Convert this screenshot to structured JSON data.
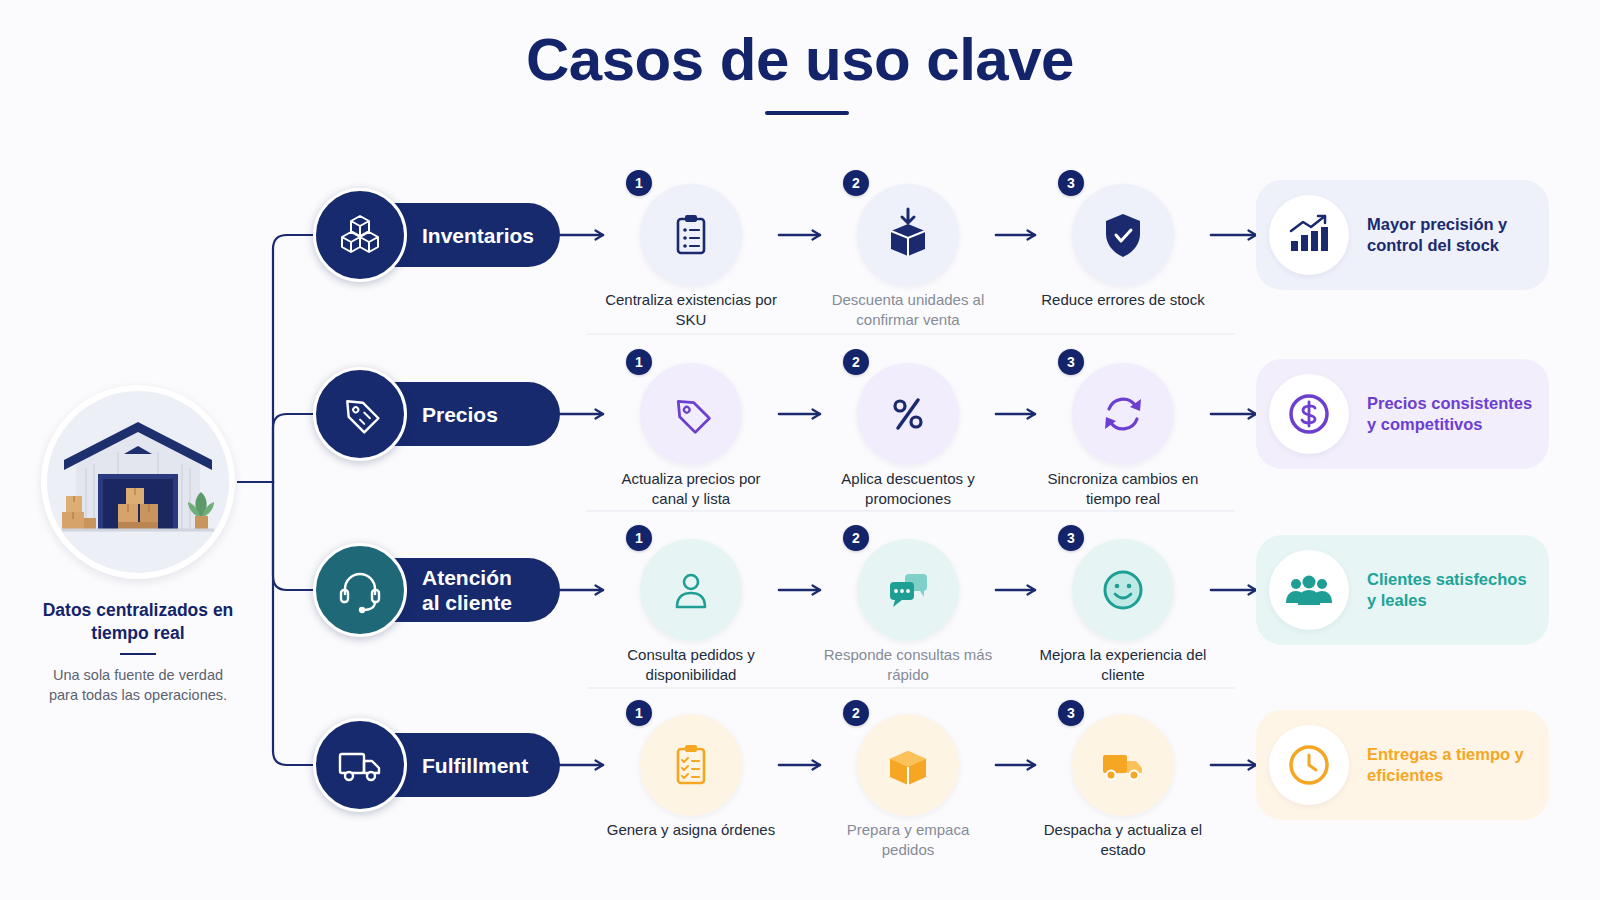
{
  "diagram": {
    "title": "Casos de uso clave",
    "nodes": [
      {
        "text": [
          "Datos centralizados en tiempo real",
          "Una sola fuente de verdad para todas las operaciones."
        ]
      },
      {
        "text": [
          "Inventarios"
        ]
      },
      {
        "text": [
          "Centraliza existencias por SKU"
        ]
      },
      {
        "text": [
          "Descuenta unidades al confirmar venta"
        ]
      },
      {
        "text": [
          "Reduce errores de stock"
        ]
      },
      {
        "text": [
          "Mayor precisión y control del stock"
        ]
      },
      {
        "text": [
          "Precios"
        ]
      },
      {
        "text": [
          "Actualiza precios por canal y lista"
        ]
      },
      {
        "text": [
          "Aplica descuentos y promociones"
        ]
      },
      {
        "text": [
          "Sincroniza cambios en tiempo real"
        ]
      },
      {
        "text": [
          "Precios consistentes y competitivos"
        ]
      },
      {
        "text": [
          "Atención al cliente"
        ]
      },
      {
        "text": [
          "Consulta pedidos y disponibilidad"
        ]
      },
      {
        "text": [
          "Responde consultas más rápido"
        ]
      },
      {
        "text": [
          "Mejora la experiencia del cliente"
        ]
      },
      {
        "text": [
          "Clientes satisfechos y leales"
        ]
      },
      {
        "text": [
          "Fulfillment"
        ]
      },
      {
        "text": [
          "Genera y asigna órdenes"
        ]
      },
      {
        "text": [
          "Prepara y empaca pedidos"
        ]
      },
      {
        "text": [
          "Despacha y actualiza el estado"
        ]
      },
      {
        "text": [
          "Entregas a tiempo y eficientes"
        ]
      }
    ],
    "edges": [
      {
        "from": 0,
        "to": 1,
        "arrow": "none"
      },
      {
        "from": 0,
        "to": 6,
        "arrow": "none"
      },
      {
        "from": 0,
        "to": 11,
        "arrow": "none"
      },
      {
        "from": 0,
        "to": 16,
        "arrow": "none"
      },
      {
        "from": 1,
        "to": 2,
        "arrow": "to"
      },
      {
        "from": 2,
        "to": 3,
        "arrow": "to"
      },
      {
        "from": 3,
        "to": 4,
        "arrow": "to"
      },
      {
        "from": 4,
        "to": 5,
        "arrow": "to"
      },
      {
        "from": 6,
        "to": 7,
        "arrow": "to"
      },
      {
        "from": 7,
        "to": 8,
        "arrow": "to"
      },
      {
        "from": 8,
        "to": 9,
        "arrow": "to"
      },
      {
        "from": 9,
        "to": 10,
        "arrow": "to"
      },
      {
        "from": 11,
        "to": 12,
        "arrow": "to"
      },
      {
        "from": 12,
        "to": 13,
        "arrow": "to"
      },
      {
        "from": 13,
        "to": 14,
        "arrow": "to"
      },
      {
        "from": 14,
        "to": 15,
        "arrow": "to"
      },
      {
        "from": 16,
        "to": 17,
        "arrow": "to"
      },
      {
        "from": 17,
        "to": 18,
        "arrow": "to"
      },
      {
        "from": 18,
        "to": 19,
        "arrow": "to"
      },
      {
        "from": 19,
        "to": 20,
        "arrow": "to"
      }
    ],
    "labels": [
      "1",
      "2",
      "3",
      "1",
      "2",
      "3",
      "1",
      "2",
      "3",
      "1",
      "2",
      "3"
    ]
  }
}
